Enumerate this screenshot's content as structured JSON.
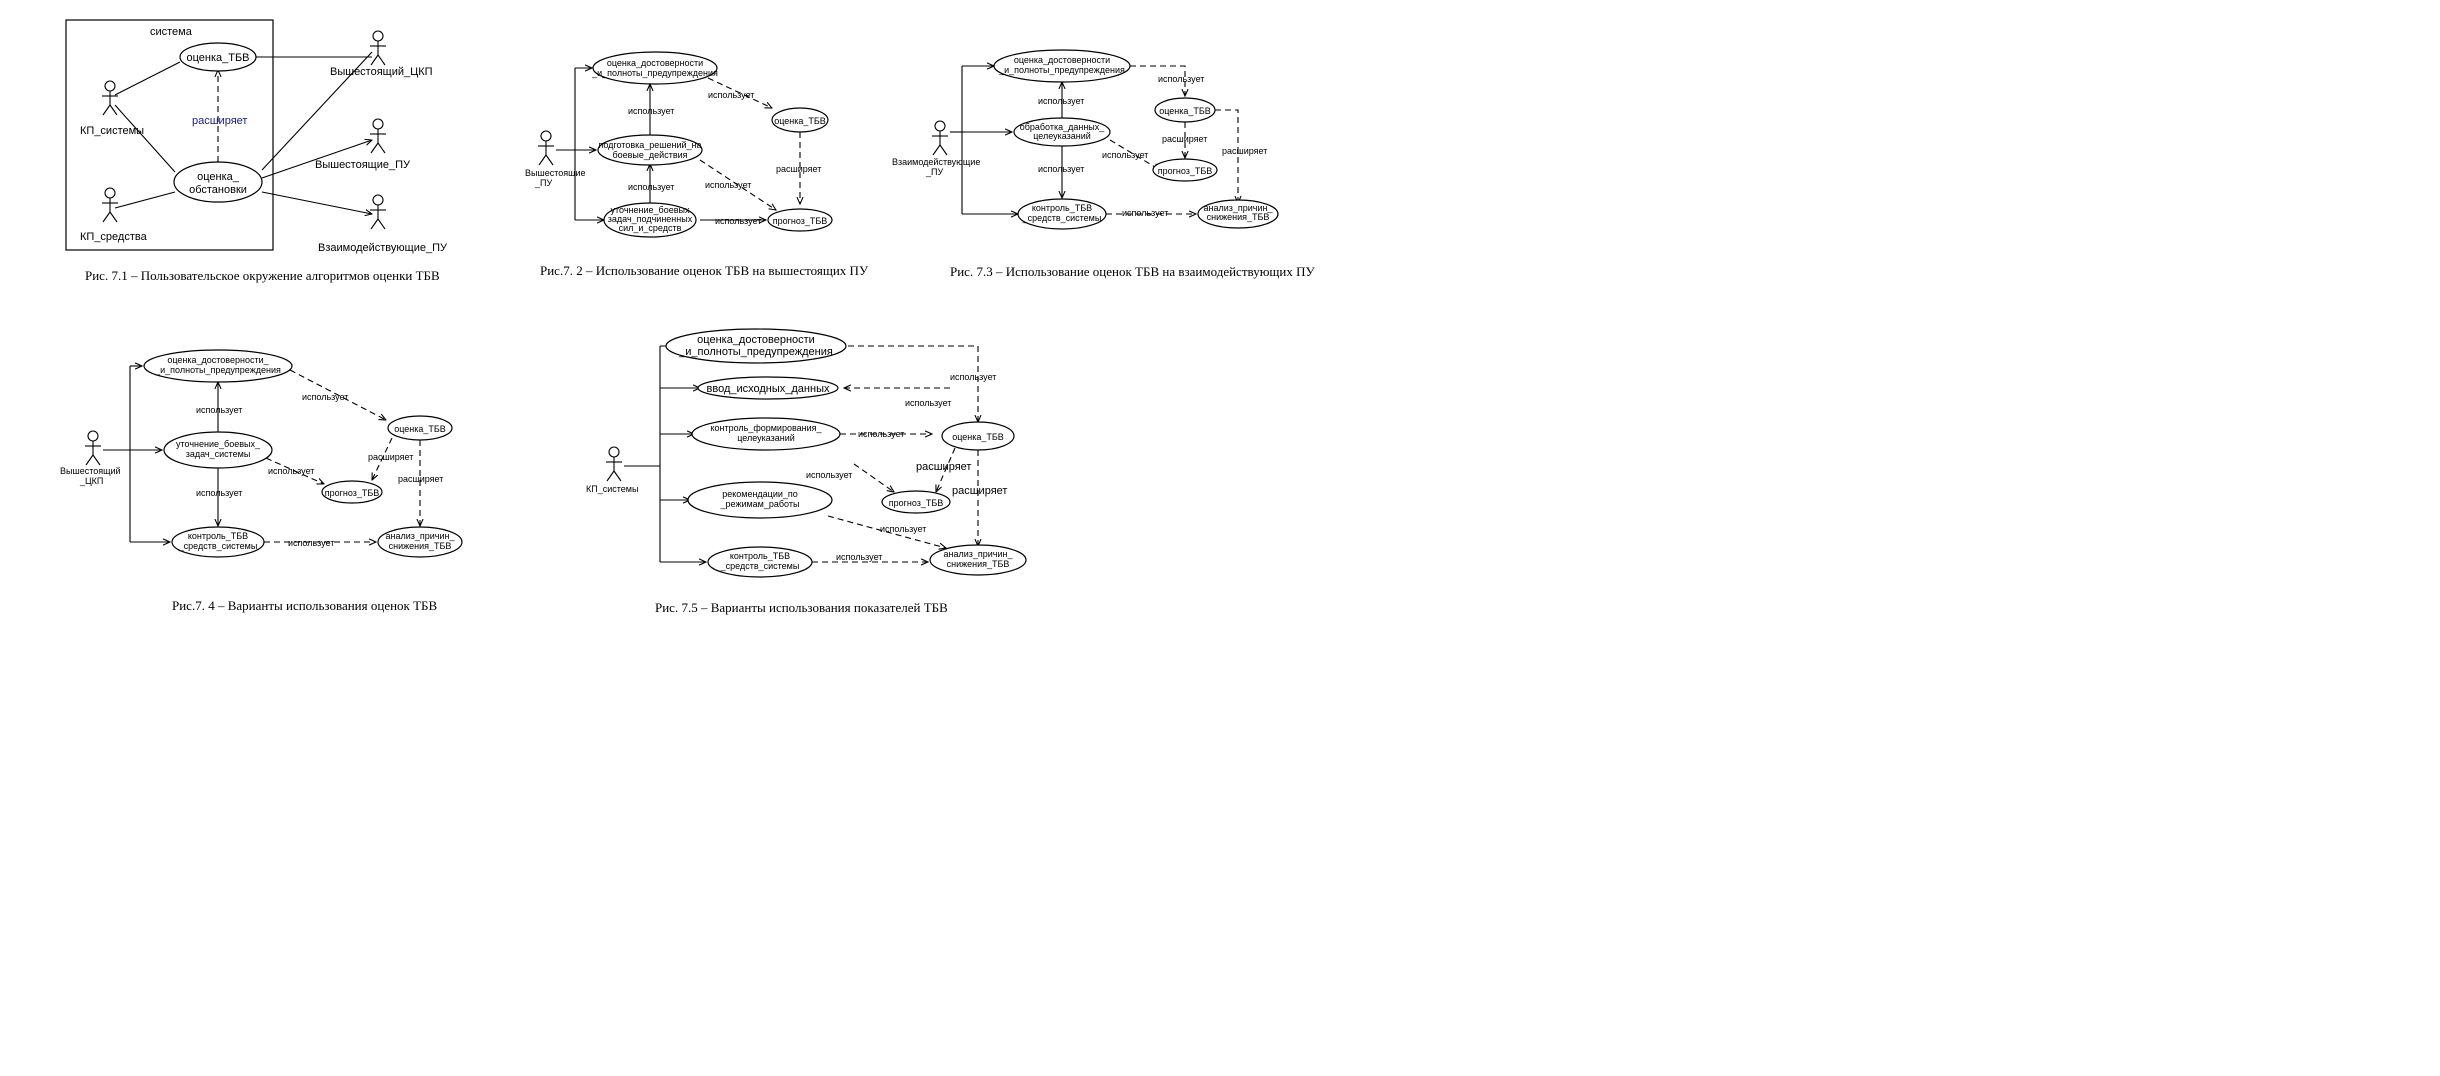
{
  "figures": [
    {
      "id": "fig1",
      "caption": "Рис. 7.1 – Пользовательское окружение алгоритмов оценки ТБВ",
      "boundary_label": "система",
      "actors": [
        "КП_системы",
        "КП_средства",
        "Вышестоящий_ЦКП",
        "Вышестоящие_ПУ",
        "Взаимодействующие_ПУ"
      ],
      "usecases": [
        [
          "оценка_ТБВ"
        ],
        [
          "оценка_",
          "обстановки"
        ]
      ],
      "labels": [
        "расширяет"
      ]
    },
    {
      "id": "fig2",
      "caption": "Рис.7. 2 – Использование оценок ТБВ на вышестоящих ПУ",
      "actors": [
        [
          "Вышестоящие",
          "_ПУ"
        ]
      ],
      "usecases": [
        [
          "оценка_достоверности",
          "_и_полноты_предупреждения"
        ],
        [
          "подготовка_решений_на",
          "боевые_действия"
        ],
        [
          "уточнение_боевых",
          "задач_подчиненных",
          "сил_и_средств"
        ],
        [
          "оценка_ТБВ"
        ],
        [
          "прогноз_ТБВ"
        ]
      ],
      "labels": [
        "использует",
        "использует",
        "использует",
        "использует",
        "расширяет",
        "использует"
      ]
    },
    {
      "id": "fig3",
      "caption": "Рис. 7.3 – Использование оценок ТБВ на взаимодействующих ПУ",
      "actors": [
        [
          "Взаимодействующие",
          "_ПУ"
        ]
      ],
      "usecases": [
        [
          "оценка_достоверности",
          "_и_полноты_предупреждения"
        ],
        [
          "обработка_данных_",
          "целеуказаний"
        ],
        [
          "контроль_ТБВ",
          "_средств_системы"
        ],
        [
          "оценка_ТБВ"
        ],
        [
          "прогноз_ТБВ"
        ],
        [
          "анализ_причин_",
          "снижения_ТБВ"
        ]
      ],
      "labels": [
        "использует",
        "использует",
        "использует",
        "использует",
        "расширяет",
        "расширяет",
        "использует"
      ]
    },
    {
      "id": "fig4",
      "caption": "Рис.7. 4 – Варианты использования оценок ТБВ",
      "actors": [
        [
          "Вышестоящий",
          "_ЦКП"
        ]
      ],
      "usecases": [
        [
          "оценка_достоверности_",
          "_и_полноты_предупреждения"
        ],
        [
          "уточнение_боевых_",
          "задач_системы"
        ],
        [
          "контроль_ТБВ",
          "_средств_системы"
        ],
        [
          "оценка_ТБВ"
        ],
        [
          "прогноз_ТБВ"
        ],
        [
          "анализ_причин_",
          "снижения_ТБВ"
        ]
      ],
      "labels": [
        "использует",
        "использует",
        "использует",
        "использует",
        "расширяет",
        "расширяет",
        "использует"
      ]
    },
    {
      "id": "fig5",
      "caption": "Рис. 7.5 – Варианты использования показателей ТБВ",
      "actors": [
        [
          "КП_системы"
        ]
      ],
      "usecases": [
        [
          "оценка_достоверности",
          "_и_полноты_предупреждения"
        ],
        [
          "ввод_исходных_данных"
        ],
        [
          "контроль_формирования_",
          "целеуказаний"
        ],
        [
          "рекомендации_по",
          "_режимам_работы"
        ],
        [
          "контроль_ТБВ",
          "_средств_системы"
        ],
        [
          "оценка_ТБВ"
        ],
        [
          "прогноз_ТБВ"
        ],
        [
          "анализ_причин_",
          "снижения_ТБВ"
        ]
      ],
      "labels": [
        "использует",
        "использует",
        "использует",
        "использует",
        "использует",
        "использует",
        "расширяет",
        "расширяет"
      ]
    }
  ]
}
